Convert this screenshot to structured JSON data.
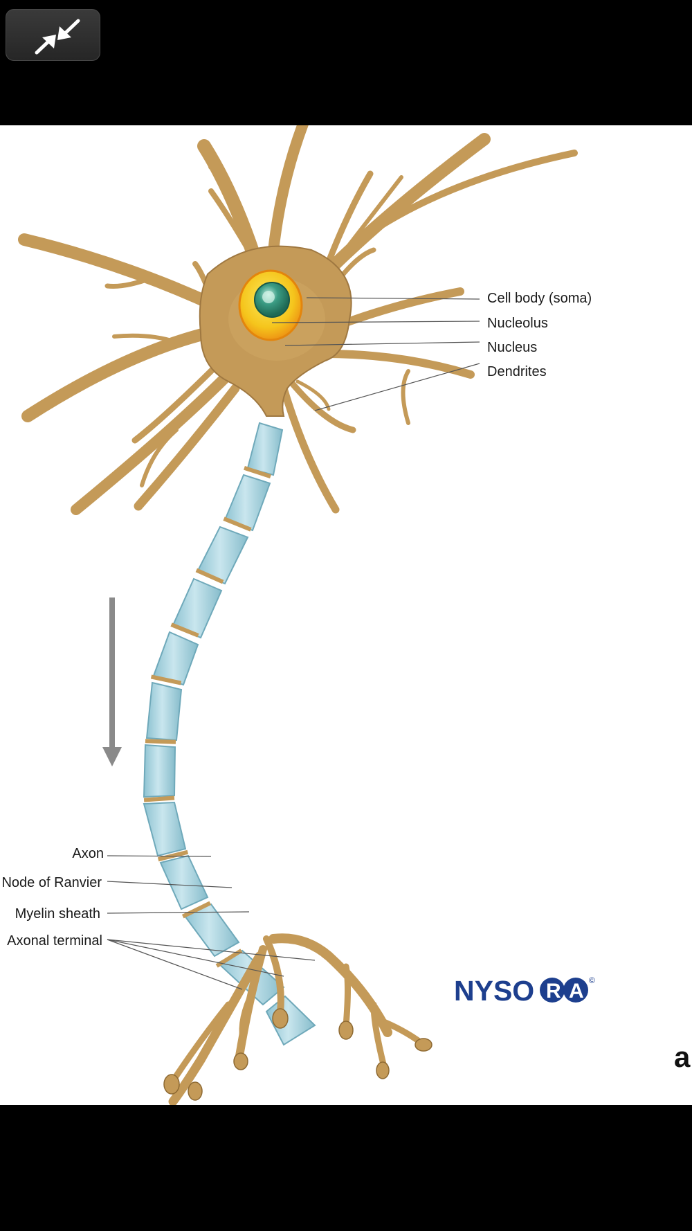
{
  "toolbar": {
    "exit_fullscreen_icon": "compress-arrows-icon"
  },
  "labels": {
    "cell_body": "Cell body (soma)",
    "nucleolus": "Nucleolus",
    "nucleus": "Nucleus",
    "dendrites": "Dendrites",
    "axon": "Axon",
    "node_of_ranvier": "Node of Ranvier",
    "myelin_sheath": "Myelin sheath",
    "axonal_terminal": "Axonal terminal"
  },
  "logo": {
    "prefix": "NYSO",
    "circle_r": "R",
    "circle_a": "A",
    "copyright": "©"
  },
  "panel_letter": "a",
  "colors": {
    "neuron_body": "#c49a58",
    "neuron_outline": "#8e6a33",
    "myelin": "#a9d3df",
    "myelin_outline": "#6fa9ba",
    "nucleus_outer": "#f4a718",
    "nucleus_inner": "#f6d21f",
    "nucleolus": "#2f8a73",
    "logo_navy": "#1d3f8e",
    "arrow_gray": "#8a8a8a"
  }
}
